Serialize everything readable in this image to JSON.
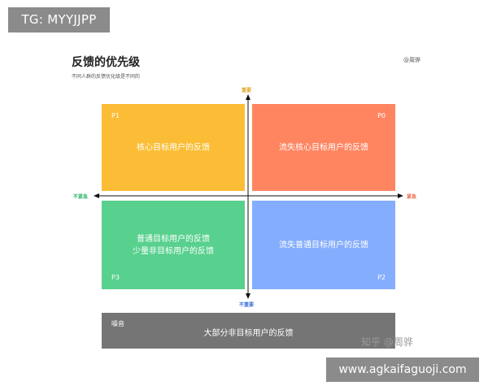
{
  "watermark_top": "TG: MYYJJPP",
  "title": "反馈的优先级",
  "subtitle": "不同人群的反馈优化级是不同的",
  "author": "@周骅",
  "axis": {
    "top": "重要",
    "bottom": "不重要",
    "left": "不紧急",
    "right": "紧急"
  },
  "quadrants": {
    "top_left": {
      "tag": "P1",
      "lines": [
        "核心目标用户的反馈"
      ],
      "color": "#fbbd35"
    },
    "top_right": {
      "tag": "P0",
      "lines": [
        "流失核心目标用户的反馈"
      ],
      "color": "#ff8561"
    },
    "bottom_left": {
      "tag": "P3",
      "lines": [
        "普通目标用户的反馈",
        "少量非目标用户的反馈"
      ],
      "color": "#58d08e"
    },
    "bottom_right": {
      "tag": "P2",
      "lines": [
        "流失普通目标用户的反馈"
      ],
      "color": "#84adfd"
    }
  },
  "noise": {
    "tag": "噪音",
    "label": "大部分非目标用户的反馈",
    "color": "#757575"
  },
  "zhihu_watermark": "知乎 @周骅",
  "watermark_bottom": "www.agkaifaguoji.com"
}
